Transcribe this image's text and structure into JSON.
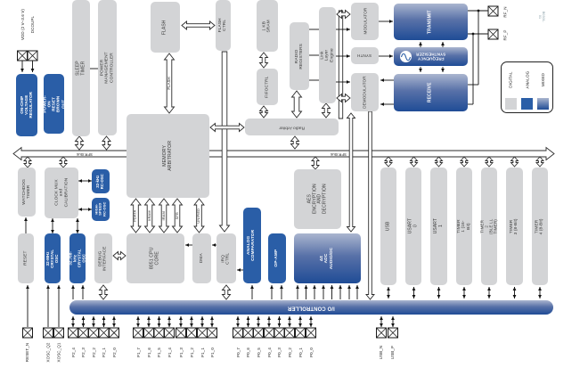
{
  "figure_id": "B0301-01",
  "colors": {
    "digital": "#d3d4d6",
    "analog": "#2a5ea7",
    "mixed_top": "#aab5cf",
    "mixed_bottom": "#1f4c96"
  },
  "blocks": {
    "on_chip_vreg": {
      "label": "ON-CHIP VOLTAGE\nREGULATOR"
    },
    "por": {
      "label": "POWER-ON RESET\nBROWN OUT"
    },
    "sleep_timer": {
      "label": "SLEEP TIMER"
    },
    "pmc": {
      "label": "POWER MANAGEMENT CONTROLLER"
    },
    "flash": {
      "label": "FLASH"
    },
    "flash_ctrl": {
      "label": "FLASH CTRL"
    },
    "sram1kb": {
      "label": "1 KB SRAM"
    },
    "fifoctrl": {
      "label": "FIFOCTRL"
    },
    "radio_regs": {
      "label": "RADIO REGISTERS"
    },
    "link_layer": {
      "label": "Link Layer Engine"
    },
    "modulator": {
      "label": "MODULATOR"
    },
    "synth": {
      "label": "SYNTH"
    },
    "demodulator": {
      "label": "DEMODULATOR"
    },
    "radio_arbiter": {
      "label": "Radio Arbiter"
    },
    "transmit": {
      "label": "TRANSMIT"
    },
    "freq_synth": {
      "label": "FREQUENCY\nSYNTHESIZER"
    },
    "receive": {
      "label": "RECEIVE"
    },
    "memory_arbitrator": {
      "label": "MEMORY\nARBITRATOR"
    },
    "watchdog": {
      "label": "WATCHDOG\nTIMER"
    },
    "clock_mux": {
      "label": "CLOCK MUX\nand\nCALIBRATION"
    },
    "rc32k": {
      "label": "32-kHz\nRC-OSC"
    },
    "rchs": {
      "label": "HIGH-\nSPEED\nRC-OSC"
    },
    "reset": {
      "label": "RESET"
    },
    "xosc32m": {
      "label": "32-MHz\nCRYSTAL OSC"
    },
    "xosc32768": {
      "label": "32.768-kHz\nCRYSTAL OSC"
    },
    "debug": {
      "label": "DEBUG\nINTERFACE"
    },
    "cpu": {
      "label": "8051 CPU\nCORE"
    },
    "dma": {
      "label": "DMA"
    },
    "irq": {
      "label": "IRQ CTRL"
    },
    "aes": {
      "label": "AES\nENCRYPTION\nAND\nDECRYPTION"
    },
    "analog_comp": {
      "label": "ANALOG COMPARATOR"
    },
    "opamp": {
      "label": "OP-AMP"
    },
    "adc": {
      "label": "ΔΣ\nADC\nAUDIO/DC"
    },
    "io_controller": {
      "label": "I/O CONTROLLER"
    },
    "usb": {
      "label": "USB"
    },
    "usart0": {
      "label": "USART 0"
    },
    "usart1": {
      "label": "USART 1"
    },
    "timer1": {
      "label": "TIMER 1 (16-Bit)"
    },
    "timer2": {
      "label": "TIMER 2\n(BLE LL TIMER)"
    },
    "timer3": {
      "label": "TIMER 3 (8-Bit)"
    },
    "timer4": {
      "label": "TIMER 4 (8-Bit)"
    }
  },
  "bus_labels": {
    "sfr_left": "SFR Bus",
    "sfr_right": "SFR Bus",
    "flash": "FLASH",
    "unified": "UNIFIED",
    "pdata": "PDATA",
    "xram": "XRAM",
    "iram": "IRAM",
    "sfr": "SFR"
  },
  "pins": {
    "top": [
      "VDD (2 V–3.6 V)",
      "DCOUPL"
    ],
    "rf": [
      "RF_N",
      "RF_P"
    ],
    "bottom": [
      "RESET_N",
      "XOSC_Q2",
      "XOSC_Q1",
      "P2_4",
      "P2_3",
      "P2_2",
      "P2_1",
      "P2_0",
      "P1_7",
      "P1_6",
      "P1_5",
      "P1_4",
      "P1_3",
      "P1_2",
      "P1_1",
      "P1_0",
      "P0_7",
      "P0_6",
      "P0_5",
      "P0_4",
      "P0_3",
      "P0_2",
      "P0_1",
      "P0_0",
      "USB_N",
      "USB_P"
    ]
  },
  "legend": {
    "items": [
      {
        "label": "DIGITAL",
        "type": "digital"
      },
      {
        "label": "ANALOG",
        "type": "analog"
      },
      {
        "label": "MIXED",
        "type": "mixed"
      }
    ]
  }
}
